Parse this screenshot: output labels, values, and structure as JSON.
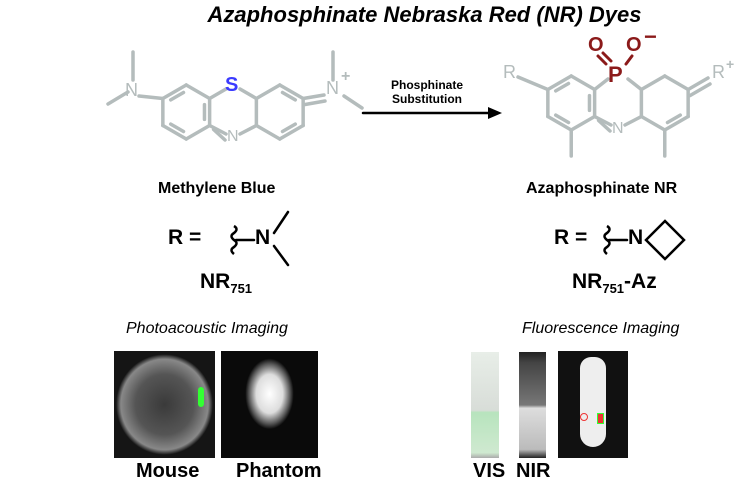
{
  "title": "Azaphosphinate Nebraska Red (NR) Dyes",
  "left_molecule": {
    "name": "Methylene Blue",
    "heteroatom": "S",
    "heteroatom_color": "#3b3bff",
    "ring_n": "N",
    "amine_n": "N",
    "iminium_n": "N",
    "charge": "+",
    "r_label": "R =",
    "r_n": "N",
    "dye_name": "NR",
    "dye_sub": "751"
  },
  "arrow": {
    "line1": "Phosphinate",
    "line2": "Substitution"
  },
  "right_molecule": {
    "name": "Azaphosphinate NR",
    "p": "P",
    "o1": "O",
    "o2": "O",
    "o_charge": "−",
    "p_color": "#8b1a1a",
    "ring_n": "N",
    "r_left": "R",
    "r_right": "R",
    "charge": "+",
    "r_label": "R =",
    "r_n": "N",
    "dye_name": "NR",
    "dye_sub": "751",
    "dye_suffix": "-Az"
  },
  "bond_color": "#b4bcbc",
  "photoacoustic": {
    "heading": "Photoacoustic Imaging",
    "images": [
      "Mouse",
      "Phantom"
    ]
  },
  "fluorescence": {
    "heading": "Fluorescence Imaging",
    "images": [
      "VIS",
      "NIR"
    ]
  }
}
